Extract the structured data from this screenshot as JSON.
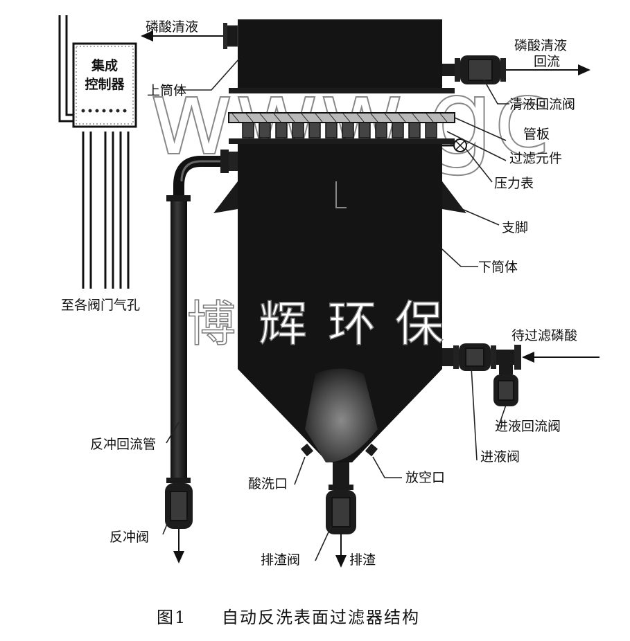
{
  "labels": {
    "phosphoric_clear_out": "磷酸清液",
    "phosphoric_clear_return": "磷酸清液",
    "return_word": "回流",
    "upper_shell": "上筒体",
    "controller_line1": "集成",
    "controller_line2": "控制器",
    "clear_return_valve": "清液回流阀",
    "tube_plate": "管板",
    "filter_element": "过滤元件",
    "pressure_gauge": "压力表",
    "support_leg": "支脚",
    "lower_shell": "下筒体",
    "to_valve_air_holes": "至各阀门气孔",
    "feed_phosphoric": "待过滤磷酸",
    "backflush_return_pipe": "反冲回流管",
    "feed_return_valve": "进液回流阀",
    "feed_valve": "进液阀",
    "acid_wash_port": "酸洗口",
    "vent_port": "放空口",
    "backflush_valve": "反冲阀",
    "slag_valve": "排渣阀",
    "slag_discharge": "排渣"
  },
  "watermark": {
    "latin": "www.gc",
    "chinese": [
      "博",
      "辉",
      "环",
      "保"
    ]
  },
  "caption": {
    "figure_no": "图1",
    "title": "自动反洗表面过滤器结构"
  },
  "colors": {
    "vessel": "#141414",
    "line": "#111111",
    "valve_body": "#1c1c1c",
    "background": "#ffffff"
  }
}
